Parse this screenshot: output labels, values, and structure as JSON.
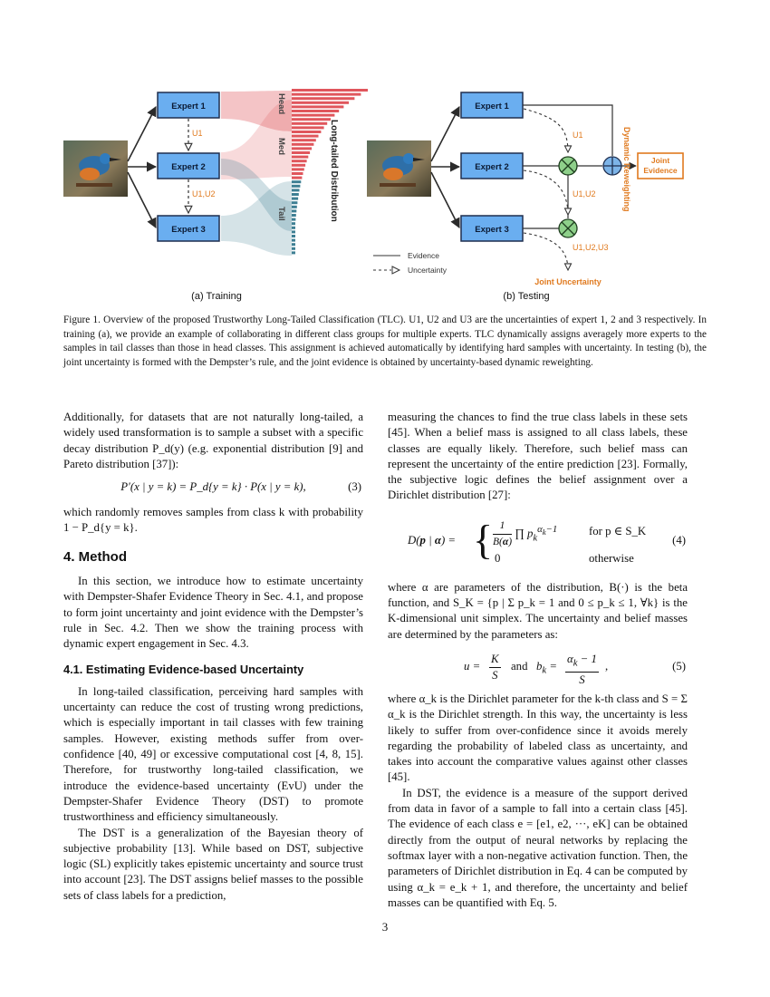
{
  "figure": {
    "training": {
      "experts": [
        "Expert 1",
        "Expert 2",
        "Expert 3"
      ],
      "u_labels": [
        "U1",
        "U1,U2"
      ],
      "groups": [
        "Head",
        "Med",
        "Tail"
      ],
      "side_label": "Long-tailed Distribution",
      "caption": "(a) Training"
    },
    "testing": {
      "experts": [
        "Expert 1",
        "Expert 2",
        "Expert 3"
      ],
      "u_labels": [
        "U1",
        "U1,U2",
        "U1,U2,U3"
      ],
      "dynamic_label": "Dynamic Reweighting",
      "joint_evidence": [
        "Joint",
        "Evidence"
      ],
      "joint_uncertainty": "Joint Uncertainty",
      "legend_evidence": "Evidence",
      "legend_uncertainty": "Uncertainty",
      "caption": "(b) Testing"
    },
    "colors": {
      "expert_fill": "#6aaef0",
      "expert_border": "#1f2f4f",
      "head_red": "#e0565c",
      "tail_teal": "#3e7f93",
      "orange": "#e07a1f",
      "node_green": "#8ed08a",
      "node_blue": "#7db4e8"
    },
    "caption_text": "Figure 1. Overview of the proposed Trustworthy Long-Tailed Classification (TLC). U1, U2 and U3 are the uncertainties of expert 1, 2 and 3 respectively. In training (a), we provide an example of collaborating in different class groups for multiple experts. TLC dynamically assigns averagely more experts to the samples in tail classes than those in head classes. This assignment is achieved automatically by identifying hard samples with uncertainty. In testing (b), the joint uncertainty is formed with the Dempster’s rule, and the joint evidence is obtained by uncertainty-based dynamic reweighting."
  },
  "left_column": {
    "p1": "Additionally, for datasets that are not naturally long-tailed, a widely used transformation is to sample a subset with a specific decay distribution P_d(y) (e.g. exponential distribution [9] and Pareto distribution [37]):",
    "eq3": "P′(x | y = k) = P_d{y = k} · P(x | y = k),",
    "eq3_num": "(3)",
    "p2": "which randomly removes samples from class k with probability 1 − P_d{y = k}.",
    "section": "4. Method",
    "p3": "In this section, we introduce how to estimate uncertainty with Dempster-Shafer Evidence Theory in Sec. 4.1, and propose to form joint uncertainty and joint evidence with the Dempster’s rule in Sec. 4.2. Then we show the training process with dynamic expert engagement in Sec. 4.3.",
    "subsection": "4.1. Estimating Evidence-based Uncertainty",
    "p4": "In long-tailed classification, perceiving hard samples with uncertainty can reduce the cost of trusting wrong predictions, which is especially important in tail classes with few training samples. However, existing methods suffer from over-confidence [40, 49] or excessive computational cost [4, 8, 15]. Therefore, for trustworthy long-tailed classification, we introduce the evidence-based uncertainty (EvU) under the Dempster-Shafer Evidence Theory (DST) to promote trustworthiness and efficiency simultaneously.",
    "p5": "The DST is a generalization of the Bayesian theory of subjective probability [13]. While based on DST, subjective logic (SL) explicitly takes epistemic uncertainty and source trust into account [23]. The DST assigns belief masses to the possible sets of class labels for a prediction,"
  },
  "right_column": {
    "p1": "measuring the chances to find the true class labels in these sets [45]. When a belief mass is assigned to all class labels, these classes are equally likely. Therefore, such belief mass can represent the uncertainty of the entire prediction [23]. Formally, the subjective logic defines the belief assignment over a Dirichlet distribution [27]:",
    "eq4_num": "(4)",
    "eq4_case1": "for p ∈ S_K",
    "eq4_case2": "otherwise",
    "p2": "where α are parameters of the distribution, B(·) is the beta function, and S_K = {p | Σ p_k = 1 and 0 ≤ p_k ≤ 1, ∀k} is the K-dimensional unit simplex. The uncertainty and belief masses are determined by the parameters as:",
    "eq5_num": "(5)",
    "p3": "where α_k is the Dirichlet parameter for the k-th class and S = Σ α_k is the Dirichlet strength. In this way, the uncertainty is less likely to suffer from over-confidence since it avoids merely regarding the probability of labeled class as uncertainty, and takes into account the comparative values against other classes [45].",
    "p4": "In DST, the evidence is a measure of the support derived from data in favor of a sample to fall into a certain class [45]. The evidence of each class e = [e1, e2, ···, eK] can be obtained directly from the output of neural networks by replacing the softmax layer with a non-negative activation function. Then, the parameters of Dirichlet distribution in Eq. 4 can be computed by using α_k = e_k + 1, and therefore, the uncertainty and belief masses can be quantified with Eq. 5."
  },
  "page_number": "3"
}
